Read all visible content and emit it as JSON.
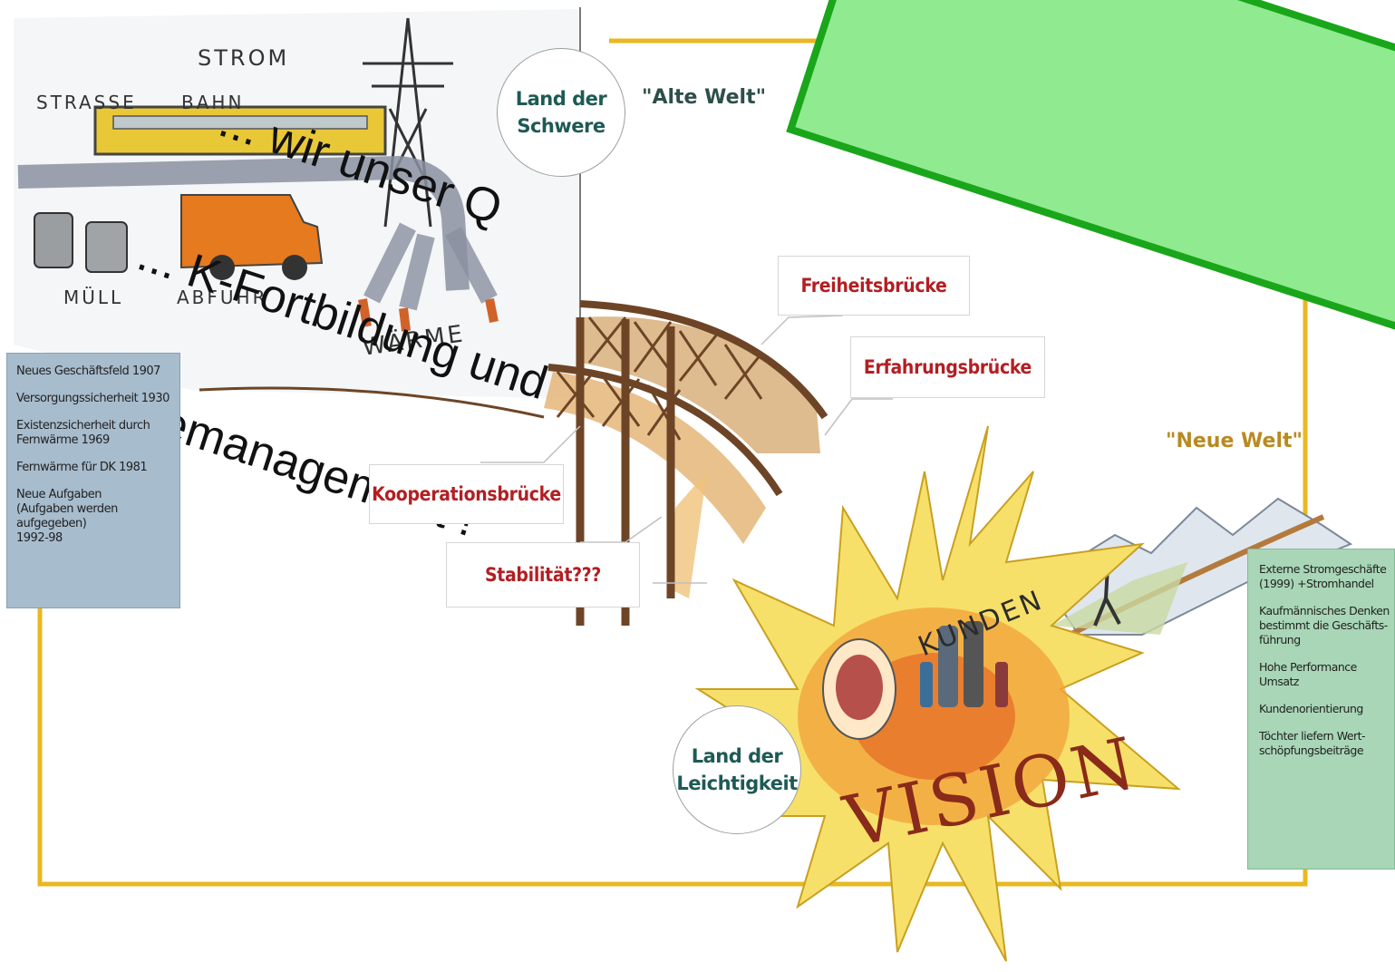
{
  "banner": {
    "lines": [
      "... wir unser Q",
      "... K-Fortbildung und",
      "...ngemanagement !"
    ],
    "text": "…en, wir unser Q… / …K-Fortbildung und… / …ngemanagement !"
  },
  "left_panel": {
    "items": [
      "Neues Geschäftsfeld 1907",
      "Versorgungssicherheit 1930",
      "Existenzsicherheit durch\nFernwärme 1969",
      "Fernwärme für DK 1981",
      "Neue Aufgaben\n(Aufgaben werden aufgegeben)\n1992-98"
    ]
  },
  "right_panel": {
    "items": [
      "Externe Stromgeschäfte\n(1999) +Stromhandel",
      "Kaufmännisches Denken\nbestimmt die Geschäfts-\nführung",
      "Hohe Performance\nUmsatz",
      "Kundenorientierung",
      "Töchter liefern Wert-\nschöpfungsbeiträge"
    ]
  },
  "circles": {
    "top": "Land der\nSchwere",
    "bottom": "Land der\nLeichtigkeit"
  },
  "quotes": {
    "old": "\"Alte Welt\"",
    "new": "\"Neue Welt\""
  },
  "bridges": {
    "freiheit": "Freiheitsbrücke",
    "erfahrung": "Erfahrungsbrücke",
    "kooperation": "Kooperationsbrücke",
    "stabilitaet": "Stabilität???"
  },
  "drawing_text": {
    "strom": "STROM",
    "strasse": "STRASSE",
    "bahn": "BAHN",
    "muell": "MÜLL",
    "abfuhr": "ABFUHR",
    "waerme": "WÄRME",
    "kunden": "KUNDEN",
    "vision": "VISION"
  },
  "colors": {
    "frame": "#e8b820",
    "label_red": "#b21f23",
    "circle_text": "#1e5a55",
    "left_panel": "#a7bccd",
    "right_panel": "#a8d6b6",
    "banner_fill": "#90ea90",
    "banner_border": "#1aa61a"
  }
}
